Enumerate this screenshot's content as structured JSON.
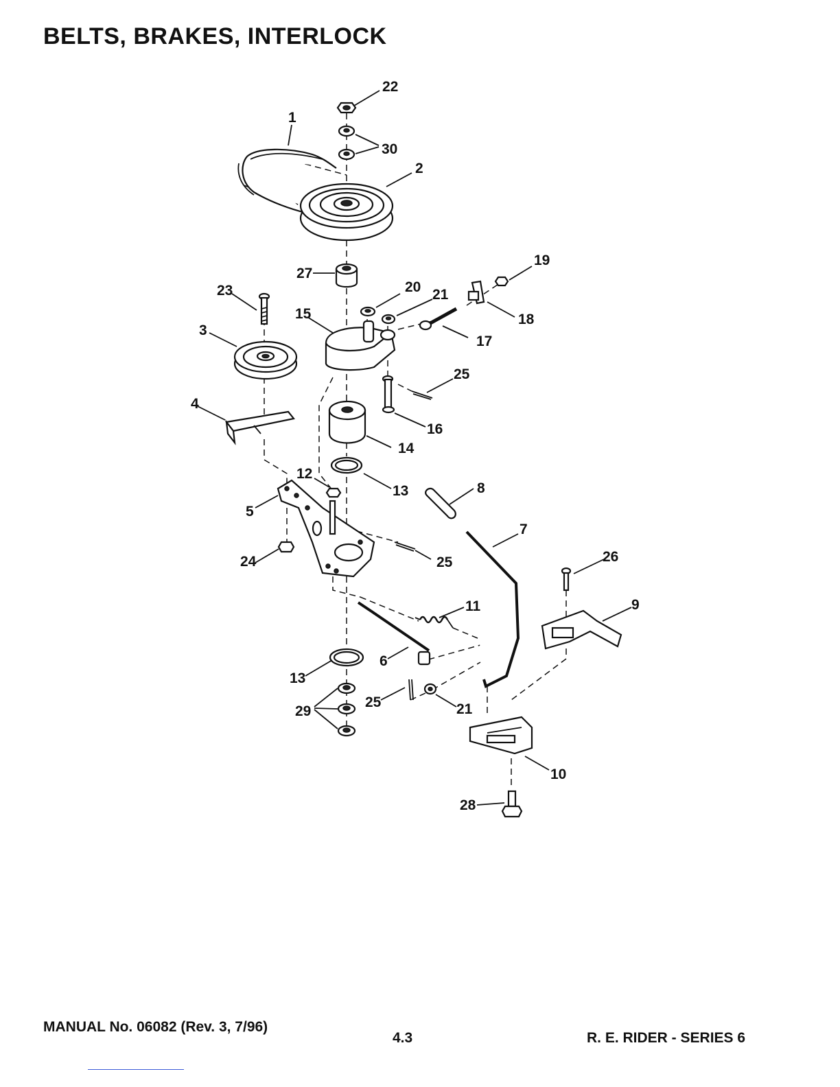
{
  "page": {
    "title": "BELTS, BRAKES, INTERLOCK",
    "footer_left": "MANUAL No. 06082 (Rev. 3, 7/96)",
    "footer_center": "4.3",
    "footer_right": "R. E. RIDER - SERIES 6"
  },
  "callouts": {
    "c1": "1",
    "c2": "2",
    "c3": "3",
    "c4": "4",
    "c5": "5",
    "c6": "6",
    "c7": "7",
    "c8": "8",
    "c9": "9",
    "c10": "10",
    "c11": "11",
    "c12": "12",
    "c13a": "13",
    "c13b": "13",
    "c14": "14",
    "c15": "15",
    "c16": "16",
    "c17": "17",
    "c18": "18",
    "c19": "19",
    "c20": "20",
    "c21a": "21",
    "c21b": "21",
    "c22": "22",
    "c23": "23",
    "c24": "24",
    "c25a": "25",
    "c25b": "25",
    "c25c": "25",
    "c26": "26",
    "c27": "27",
    "c28": "28",
    "c29": "29",
    "c30": "30"
  }
}
